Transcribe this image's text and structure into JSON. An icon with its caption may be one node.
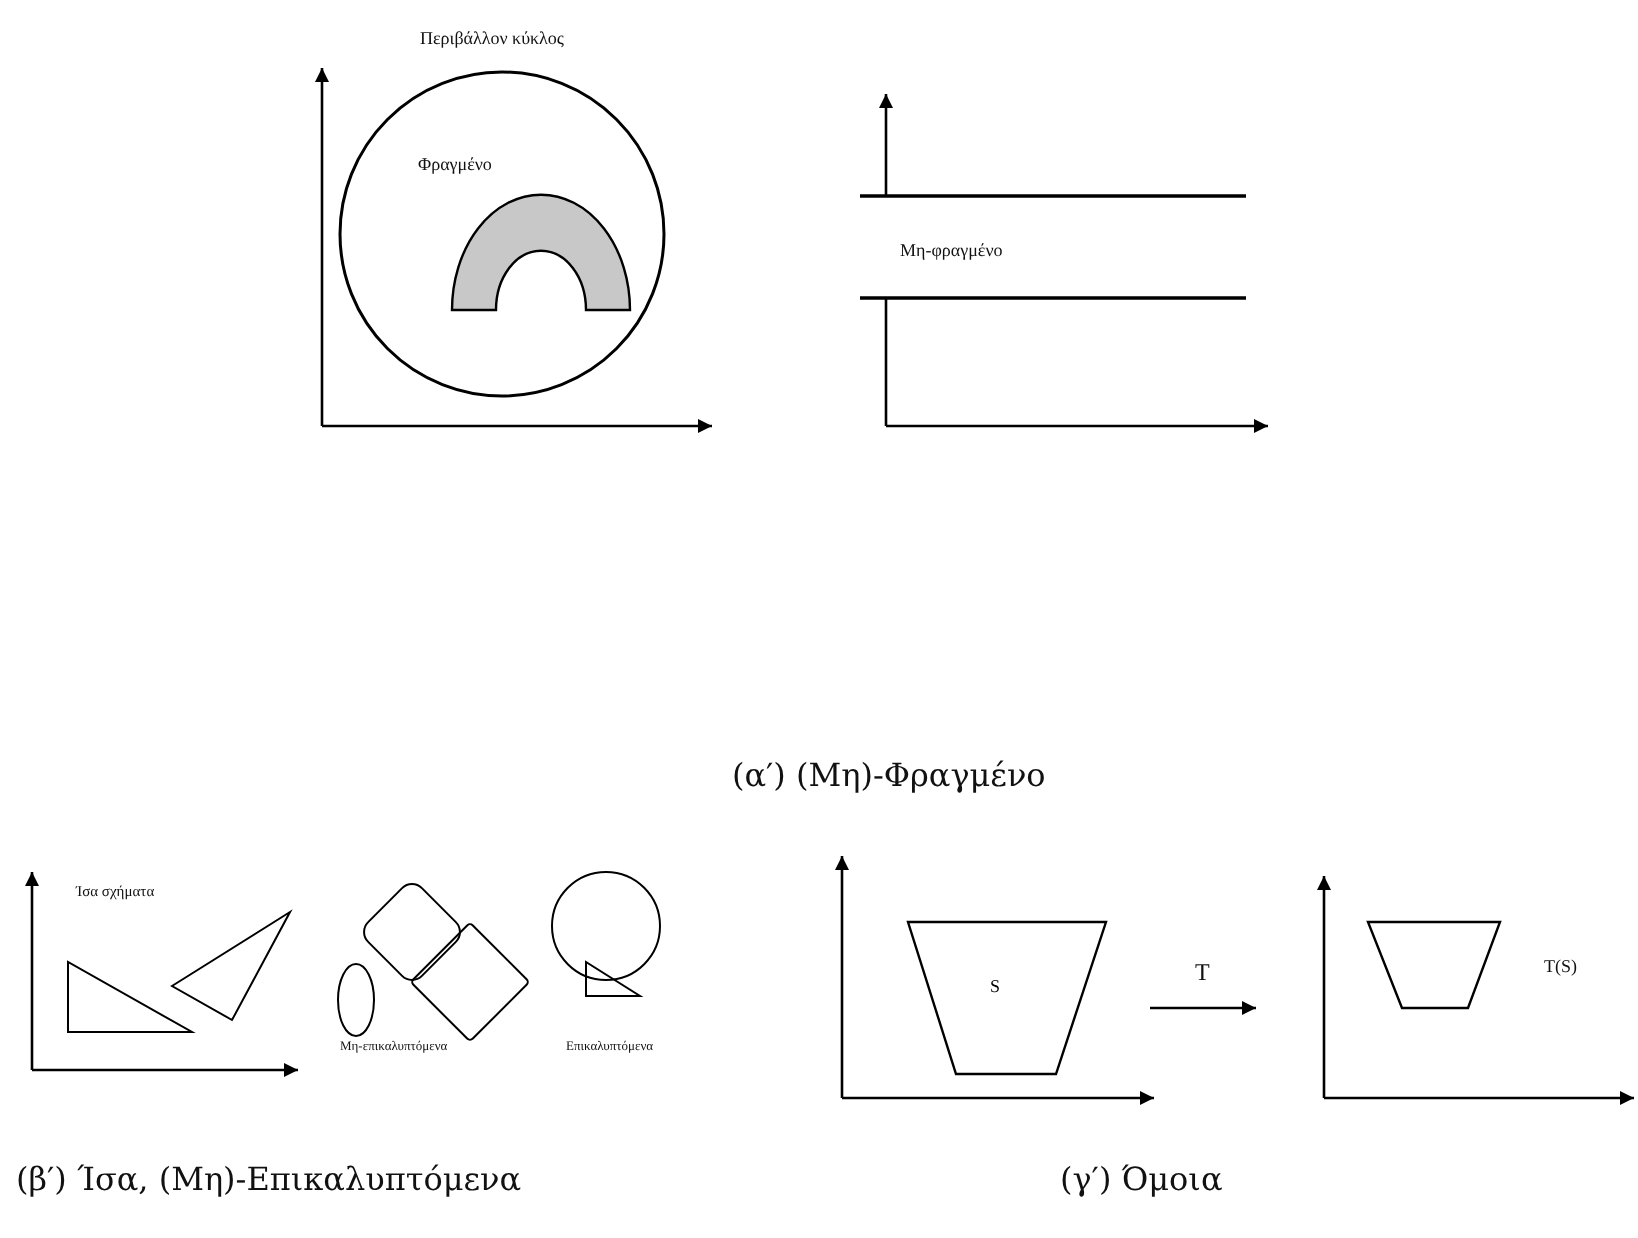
{
  "diagram": {
    "nodes": [
      {
        "text": [
          "S"
        ]
      },
      {
        "text": [],
        "shape": "trapezoid",
        "beside": [
          "T(S)"
        ]
      }
    ],
    "edges": [
      {
        "from": 0,
        "to": 1,
        "arrow": "to",
        "label": "T"
      }
    ],
    "labels": [
      "Περιβάλλον κύκλος",
      "Φραγμένο",
      "Μη-φραγμένο",
      "(α′) (Μη)-Φραγμένο",
      "Ίσα σχήματα",
      "Μη-επικαλυπτόμενα",
      "Επικαλυπτόμενα",
      "(β′) Ίσα, (Μη)-Επικαλυπτόμενα",
      "(γ′) Όμοια"
    ]
  }
}
